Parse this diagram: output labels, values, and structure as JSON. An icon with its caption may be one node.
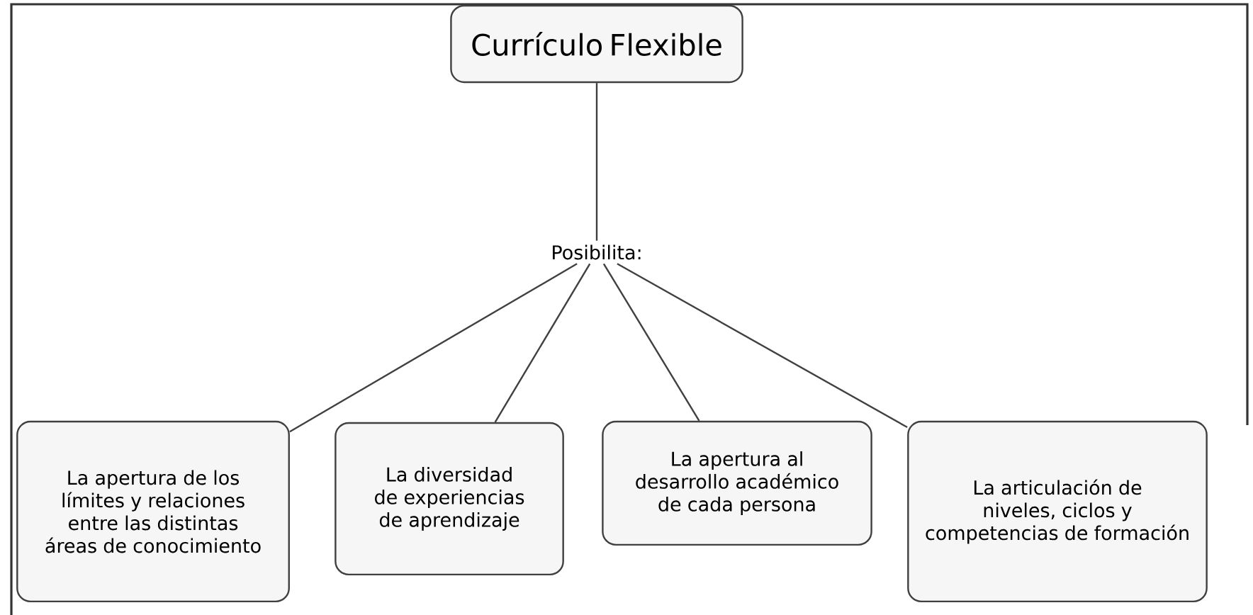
{
  "diagram": {
    "nodes": [
      {
        "text": [
          "Currículo Flexible"
        ]
      },
      {
        "text": [
          "Posibilita:"
        ]
      },
      {
        "text": [
          "La apertura de los límites y relaciones entre las distintas áreas de conocimiento"
        ]
      },
      {
        "text": [
          "La diversidad de experiencias de aprendizaje"
        ]
      },
      {
        "text": [
          "La apertura al desarrollo académico de cada persona"
        ]
      },
      {
        "text": [
          "La articulación de niveles, ciclos y competencias de formación"
        ]
      }
    ],
    "edges": [
      {
        "from": 0,
        "to": 1,
        "arrow": "none"
      },
      {
        "from": 1,
        "to": 2,
        "arrow": "none"
      },
      {
        "from": 1,
        "to": 3,
        "arrow": "none"
      },
      {
        "from": 1,
        "to": 4,
        "arrow": "none"
      },
      {
        "from": 1,
        "to": 5,
        "arrow": "none"
      }
    ]
  }
}
